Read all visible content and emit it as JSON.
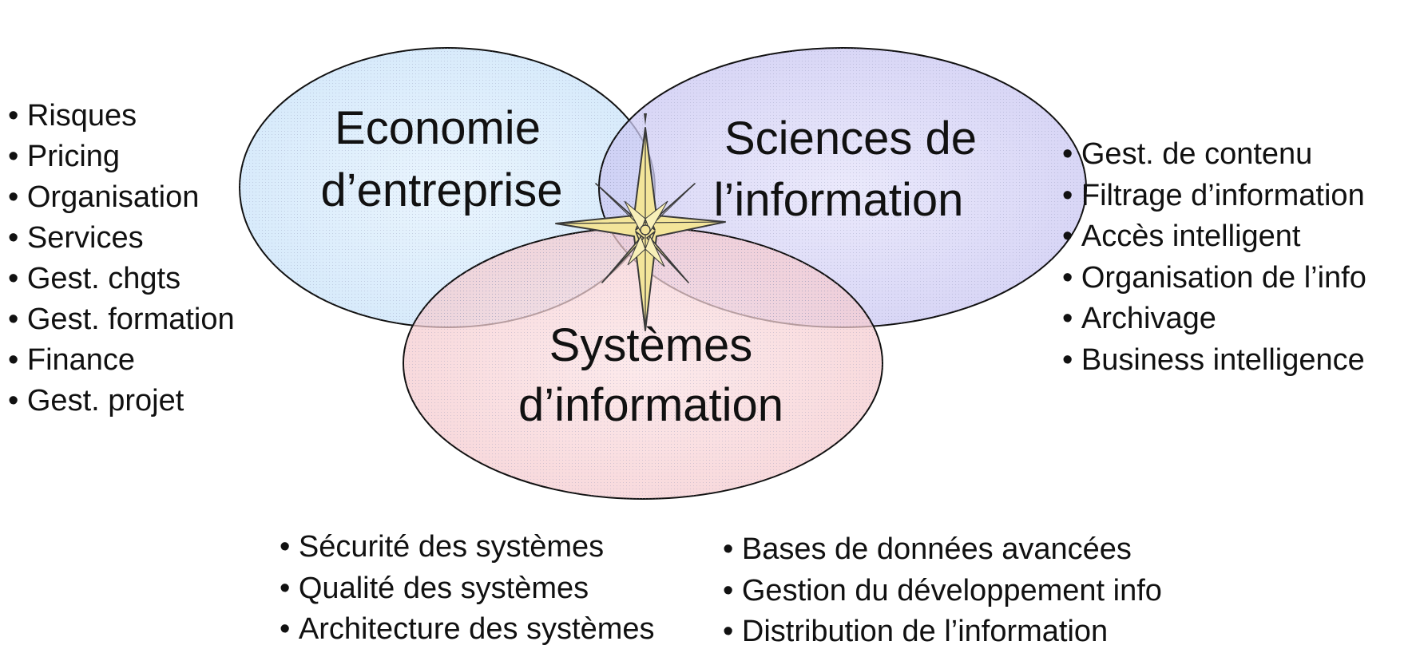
{
  "circles": {
    "economie": {
      "line1": "Economie",
      "line2": "d’entreprise",
      "fill": "#cfe8fb"
    },
    "sciences": {
      "line1": "Sciences de",
      "line2": "l’information",
      "fill": "#cfcdf5"
    },
    "systemes": {
      "line1": "Systèmes",
      "line2": "d’information",
      "fill": "#f8cfd2"
    }
  },
  "lists": {
    "economie": [
      "Risques",
      "Pricing",
      "Organisation",
      "Services",
      "Gest. chgts",
      "Gest. formation",
      "Finance",
      "Gest. projet"
    ],
    "sciences": [
      "Gest. de contenu",
      "Filtrage d’information",
      "Accès intelligent",
      "Organisation de l’info",
      "Archivage",
      "Business intelligence"
    ],
    "systemes_col1": [
      "Sécurité des systèmes",
      "Qualité des systèmes",
      "Architecture des systèmes"
    ],
    "systemes_col2": [
      "Bases de données avancées",
      "Gestion du développement info",
      "Distribution de l’information"
    ]
  },
  "center_icon": "compass-star-icon",
  "colors": {
    "outline": "#111111",
    "star_fill": "#f3e59a",
    "star_stroke": "#3a3a3a"
  }
}
